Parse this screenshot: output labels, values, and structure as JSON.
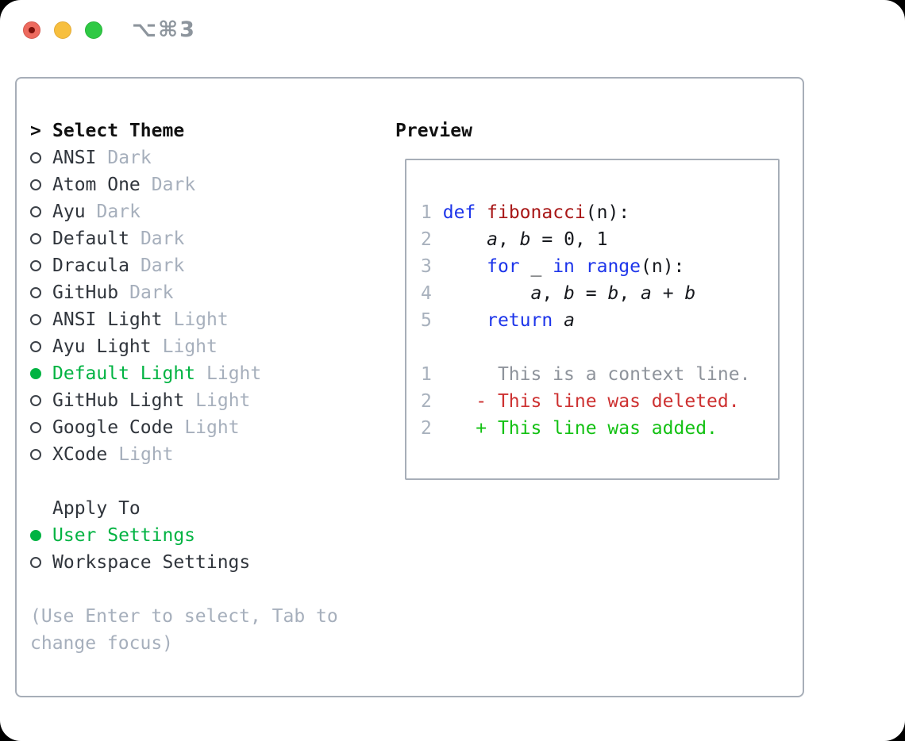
{
  "window": {
    "shortcut_label": "⌥⌘3"
  },
  "theme_selector": {
    "cursor": ">",
    "title": "Select Theme",
    "items": [
      {
        "name": "ANSI",
        "variant": "Dark",
        "selected": false
      },
      {
        "name": "Atom One",
        "variant": "Dark",
        "selected": false
      },
      {
        "name": "Ayu",
        "variant": "Dark",
        "selected": false
      },
      {
        "name": "Default",
        "variant": "Dark",
        "selected": false
      },
      {
        "name": "Dracula",
        "variant": "Dark",
        "selected": false
      },
      {
        "name": "GitHub",
        "variant": "Dark",
        "selected": false
      },
      {
        "name": "ANSI Light",
        "variant": "Light",
        "selected": false
      },
      {
        "name": "Ayu Light",
        "variant": "Light",
        "selected": false
      },
      {
        "name": "Default Light",
        "variant": "Light",
        "selected": true
      },
      {
        "name": "GitHub Light",
        "variant": "Light",
        "selected": false
      },
      {
        "name": "Google Code",
        "variant": "Light",
        "selected": false
      },
      {
        "name": "XCode",
        "variant": "Light",
        "selected": false
      }
    ],
    "apply_to": {
      "title": "Apply To",
      "options": [
        {
          "name": "User Settings",
          "selected": true
        },
        {
          "name": "Workspace Settings",
          "selected": false
        }
      ]
    },
    "help_lines": [
      "(Use Enter to select, Tab to",
      "change focus)"
    ]
  },
  "preview": {
    "title": "Preview",
    "lines": [
      {
        "num": "1",
        "segments": [
          {
            "t": " ",
            "c": "pl"
          },
          {
            "t": "def",
            "c": "kw"
          },
          {
            "t": " ",
            "c": "pl"
          },
          {
            "t": "fibonacci",
            "c": "fn"
          },
          {
            "t": "(n):",
            "c": "pl"
          }
        ]
      },
      {
        "num": "2",
        "segments": [
          {
            "t": "     ",
            "c": "pl"
          },
          {
            "t": "a",
            "c": "v"
          },
          {
            "t": ", ",
            "c": "pl"
          },
          {
            "t": "b",
            "c": "v"
          },
          {
            "t": " = 0, 1",
            "c": "pl"
          }
        ]
      },
      {
        "num": "3",
        "segments": [
          {
            "t": "     ",
            "c": "pl"
          },
          {
            "t": "for",
            "c": "kw"
          },
          {
            "t": " _ ",
            "c": "pl"
          },
          {
            "t": "in",
            "c": "kw"
          },
          {
            "t": " ",
            "c": "pl"
          },
          {
            "t": "range",
            "c": "kw"
          },
          {
            "t": "(n):",
            "c": "pl"
          }
        ]
      },
      {
        "num": "4",
        "segments": [
          {
            "t": "         ",
            "c": "pl"
          },
          {
            "t": "a",
            "c": "v"
          },
          {
            "t": ", ",
            "c": "pl"
          },
          {
            "t": "b",
            "c": "v"
          },
          {
            "t": " = ",
            "c": "pl"
          },
          {
            "t": "b",
            "c": "v"
          },
          {
            "t": ", ",
            "c": "pl"
          },
          {
            "t": "a",
            "c": "v"
          },
          {
            "t": " + ",
            "c": "pl"
          },
          {
            "t": "b",
            "c": "v"
          }
        ]
      },
      {
        "num": "5",
        "segments": [
          {
            "t": "     ",
            "c": "pl"
          },
          {
            "t": "return",
            "c": "kw"
          },
          {
            "t": " ",
            "c": "pl"
          },
          {
            "t": "a",
            "c": "v"
          }
        ]
      },
      {
        "num": "",
        "segments": []
      },
      {
        "num": "1",
        "segments": [
          {
            "t": "      This is a context line.",
            "c": "ctx"
          }
        ]
      },
      {
        "num": "2",
        "segments": [
          {
            "t": "    - This line was deleted.",
            "c": "del"
          }
        ]
      },
      {
        "num": "2",
        "segments": [
          {
            "t": "    + This line was added.",
            "c": "add"
          }
        ]
      }
    ]
  },
  "colors": {
    "accent_green": "#00b342",
    "keyword_blue": "#1d35ea",
    "function_red": "#a81717",
    "deleted_red": "#cd3131",
    "added_green": "#13c113",
    "context_gray": "#8e939b",
    "line_number_gray": "#a8b1bd",
    "muted_gray": "#a6afbc",
    "border_gray": "#a7aeb8",
    "text_dark": "#16181d"
  }
}
